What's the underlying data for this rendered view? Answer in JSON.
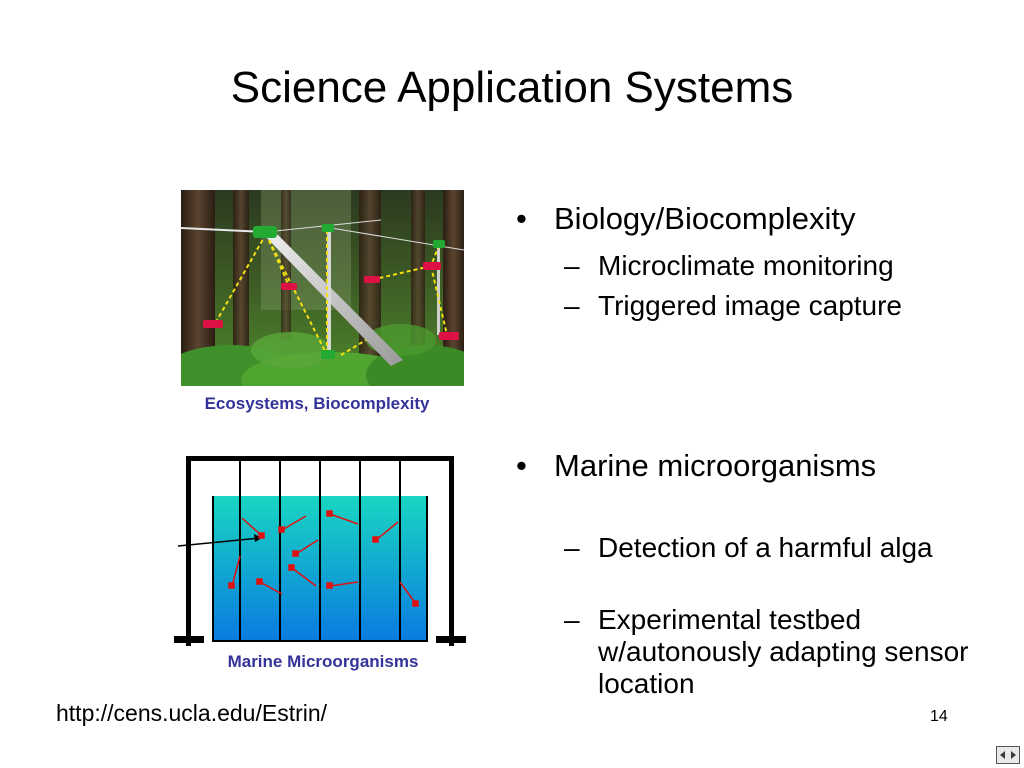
{
  "slide": {
    "title": "Science Application Systems",
    "image_captions": {
      "ecosystems": "Ecosystems, Biocomplexity",
      "marine": "Marine Microorganisms"
    },
    "bullets": [
      {
        "marker": "•",
        "text": "Biology/Biocomplexity",
        "sub": [
          {
            "marker": "–",
            "text": "Microclimate monitoring"
          },
          {
            "marker": "–",
            "text": "Triggered image capture"
          }
        ]
      },
      {
        "marker": "•",
        "text": "Marine microorganisms",
        "sub": [
          {
            "marker": "–",
            "text": "Detection of a  harmful alga"
          },
          {
            "marker": "–",
            "text": "Experimental testbed w/autonously adapting sensor location"
          }
        ]
      }
    ],
    "footer_url": "http://cens.ucla.edu/Estrin/",
    "page_number": "14"
  },
  "colors": {
    "caption": "#333399",
    "forest_dark": "#1f3a1a",
    "forest_green": "#3f7a2a",
    "sensor_node": "#22aa33",
    "sensor_red": "#dd1144",
    "link_yellow": "#f2e012",
    "water_top": "#19d6c2",
    "water_bottom": "#0a7be0",
    "organism": "#e01010"
  },
  "icons": {
    "nav": "slide-nav-icon"
  }
}
